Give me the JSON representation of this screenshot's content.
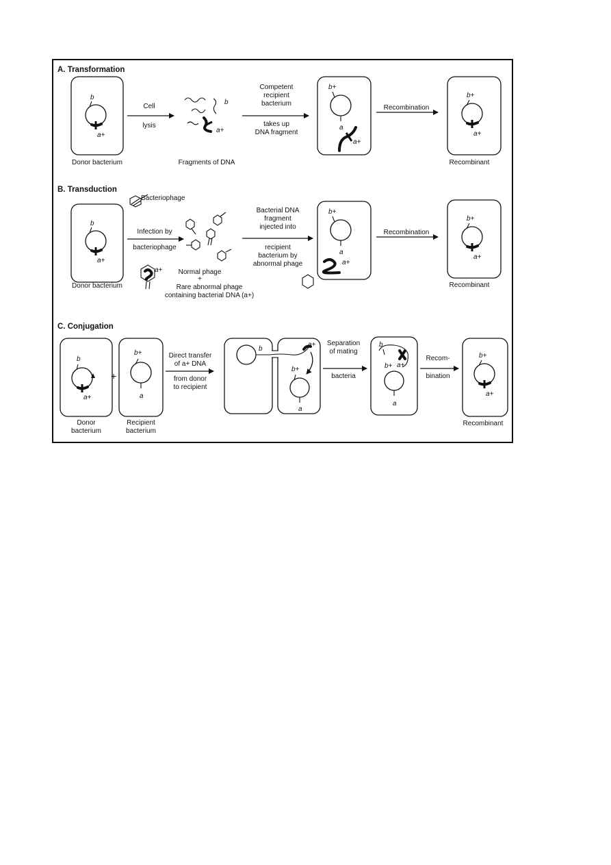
{
  "sections": {
    "transformation": "A. Transformation",
    "transduction": "B. Transduction",
    "conjugation": "C. Conjugation"
  },
  "genes": {
    "b": "b",
    "b_plus": "b+",
    "a": "a",
    "a_plus": "a+"
  },
  "transformation": {
    "donor_label": "Donor bacterium",
    "lysis_line1": "Cell",
    "lysis_line2": "lysis",
    "fragments_label": "Fragments of DNA",
    "competent_line1": "Competent",
    "competent_line2": "recipient",
    "competent_line3": "bacterium",
    "takes_line1": "takes up",
    "takes_line2": "DNA fragment",
    "recombination": "Recombination",
    "recombinant_label": "Recombinant"
  },
  "transduction": {
    "bacteriophage": "Bacteriophage",
    "infection_line1": "Infection by",
    "infection_line2": "bacteriophage",
    "donor_label": "Donor bacterium",
    "normal_phage": "Normal phage",
    "plus": "+",
    "rare_line1": "Rare abnormal phage",
    "rare_line2": "containing bacterial DNA (a+)",
    "injected_line1": "Bacterial DNA",
    "injected_line2": "fragment",
    "injected_line3": "injected into",
    "recipient_line1": "recipient",
    "recipient_line2": "bacterium by",
    "recipient_line3": "abnormal phage",
    "recombination": "Recombination",
    "recombinant_label": "Recombinant"
  },
  "conjugation": {
    "plus": "+",
    "donor_line1": "Donor",
    "donor_line2": "bacterium",
    "recipient_line1": "Recipient",
    "recipient_line2": "bacterium",
    "direct_line1": "Direct transfer",
    "direct_line2": "of a+ DNA",
    "from_line1": "from donor",
    "from_line2": "to recipient",
    "separation_line1": "Separation",
    "separation_line2": "of mating",
    "separation_line3": "bacteria",
    "recom_line1": "Recom-",
    "recom_line2": "bination",
    "recombinant_label": "Recombinant"
  }
}
